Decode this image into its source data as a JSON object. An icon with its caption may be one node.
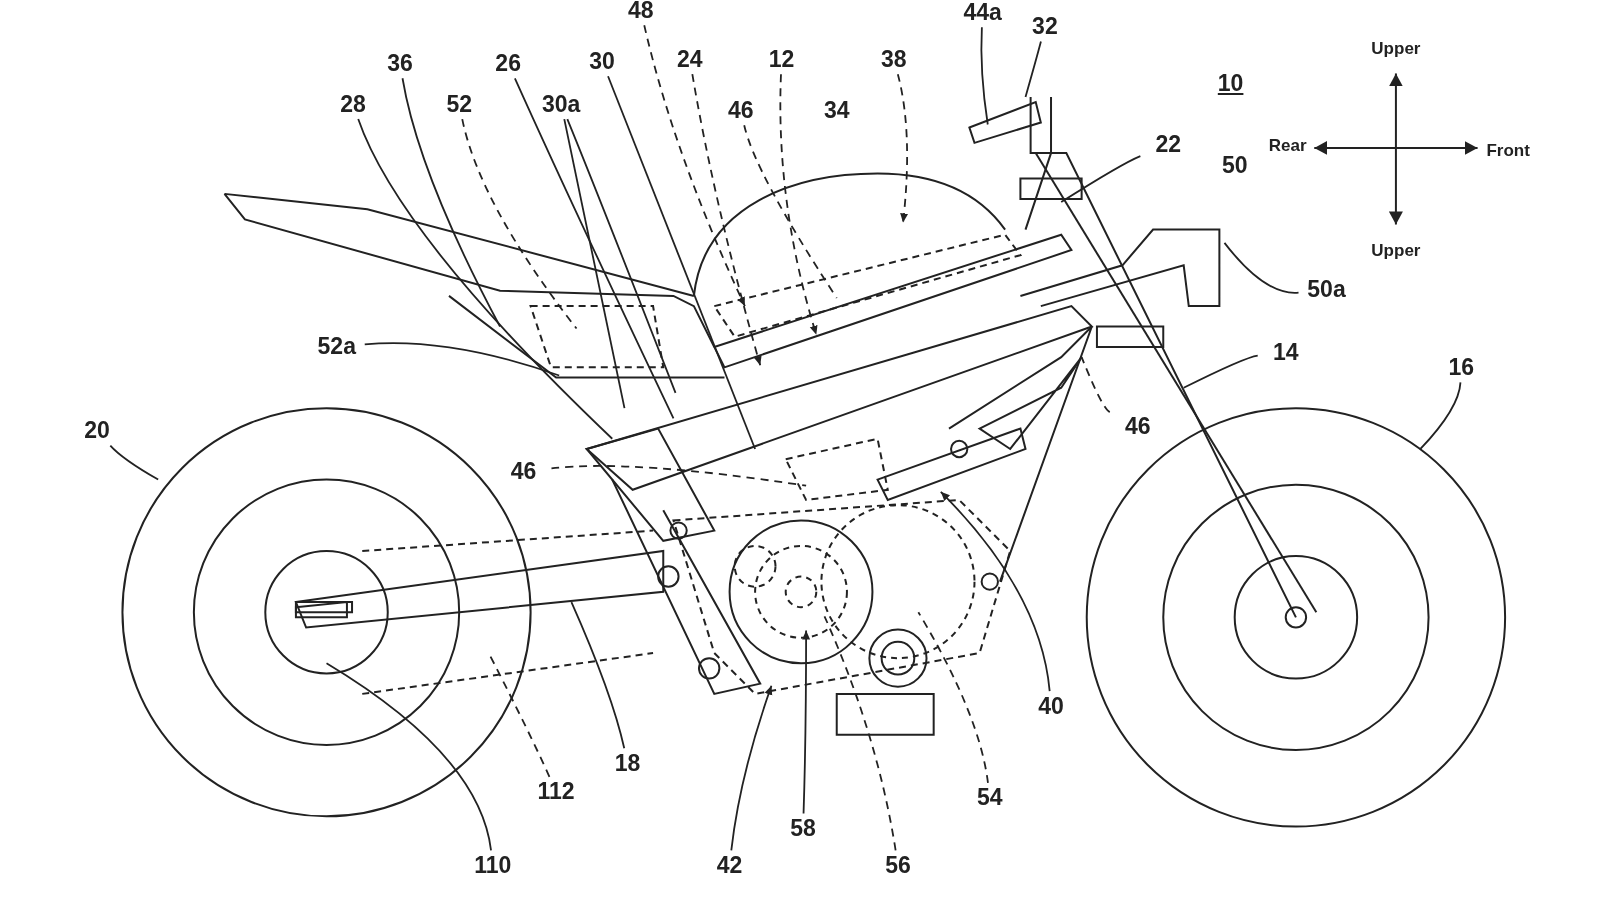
{
  "diagram": {
    "nodes": [
      {
        "text": [
          "48"
        ]
      },
      {
        "text": [
          "36"
        ]
      },
      {
        "text": [
          "26"
        ]
      },
      {
        "text": [
          "30"
        ]
      },
      {
        "text": [
          "24"
        ]
      },
      {
        "text": [
          "12"
        ]
      },
      {
        "text": [
          "38"
        ]
      },
      {
        "text": [
          "44a"
        ]
      },
      {
        "text": [
          "32"
        ]
      },
      {
        "text": [
          "28"
        ]
      },
      {
        "text": [
          "52"
        ]
      },
      {
        "text": [
          "30a"
        ]
      },
      {
        "text": [
          "46"
        ]
      },
      {
        "text": [
          "22"
        ]
      },
      {
        "text": [
          "50a"
        ]
      },
      {
        "text": [
          "52a"
        ]
      },
      {
        "text": [
          "14"
        ]
      },
      {
        "text": [
          "16"
        ]
      },
      {
        "text": [
          "20"
        ]
      },
      {
        "text": [
          "46"
        ]
      },
      {
        "text": [
          "46"
        ]
      },
      {
        "text": [
          "40"
        ]
      },
      {
        "text": [
          "54"
        ]
      },
      {
        "text": [
          "42"
        ]
      },
      {
        "text": [
          "58"
        ]
      },
      {
        "text": [
          "56"
        ]
      },
      {
        "text": [
          "18"
        ]
      },
      {
        "text": [
          "112"
        ]
      },
      {
        "text": [
          "110"
        ]
      }
    ],
    "edges": [
      {
        "from": 0,
        "to": null,
        "arrow": "to",
        "style": "dashed"
      },
      {
        "from": 1,
        "to": null,
        "arrow": "none"
      },
      {
        "from": 2,
        "to": null,
        "arrow": "none"
      },
      {
        "from": 3,
        "to": null,
        "arrow": "none"
      },
      {
        "from": 4,
        "to": null,
        "arrow": "to",
        "style": "dashed"
      },
      {
        "from": 5,
        "to": null,
        "arrow": "to",
        "style": "dashed"
      },
      {
        "from": 6,
        "to": null,
        "arrow": "to",
        "style": "dashed"
      },
      {
        "from": 7,
        "to": null,
        "arrow": "none"
      },
      {
        "from": 8,
        "to": null,
        "arrow": "none"
      },
      {
        "from": 9,
        "to": null,
        "arrow": "none"
      },
      {
        "from": 10,
        "to": null,
        "arrow": "none",
        "style": "dashed"
      },
      {
        "from": 11,
        "to": null,
        "arrow": "none"
      },
      {
        "from": 11,
        "to": null,
        "arrow": "none"
      },
      {
        "from": 12,
        "to": null,
        "arrow": "none",
        "style": "dashed"
      },
      {
        "from": 13,
        "to": null,
        "arrow": "none"
      },
      {
        "from": 14,
        "to": null,
        "arrow": "none"
      },
      {
        "from": 15,
        "to": null,
        "arrow": "none"
      },
      {
        "from": 16,
        "to": null,
        "arrow": "none"
      },
      {
        "from": 17,
        "to": null,
        "arrow": "none"
      },
      {
        "from": 18,
        "to": null,
        "arrow": "none"
      },
      {
        "from": 19,
        "to": null,
        "arrow": "none",
        "style": "dashed"
      },
      {
        "from": 20,
        "to": null,
        "arrow": "none",
        "style": "dashed"
      },
      {
        "from": 21,
        "to": null,
        "arrow": "to"
      },
      {
        "from": 22,
        "to": null,
        "arrow": "none",
        "style": "dashed"
      },
      {
        "from": 23,
        "to": null,
        "arrow": "to"
      },
      {
        "from": 24,
        "to": null,
        "arrow": "to"
      },
      {
        "from": 25,
        "to": null,
        "arrow": "none",
        "style": "dashed"
      },
      {
        "from": 26,
        "to": null,
        "arrow": "none"
      },
      {
        "from": 27,
        "to": null,
        "arrow": "none",
        "style": "dashed"
      },
      {
        "from": 28,
        "to": null,
        "arrow": "none"
      }
    ],
    "labels": [
      "34",
      "50",
      "10",
      "Upper",
      "Rear",
      "Front",
      "Upper"
    ]
  }
}
